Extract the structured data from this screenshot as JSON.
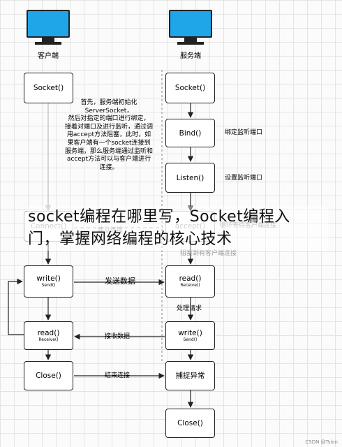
{
  "client": {
    "label": "客户端",
    "socket": "Socket()",
    "connect": "Connect()",
    "write": "write()",
    "write_sub": "Send()",
    "read": "read()",
    "read_sub": "Receive()",
    "close": "Close()"
  },
  "server": {
    "label": "服务端",
    "socket": "Socket()",
    "bind": "Bind()",
    "listen": "Listen()",
    "accept": "accept()",
    "read": "read()",
    "read_sub": "Receive()",
    "write": "write()",
    "write_sub": "Send()",
    "catch": "捕捉异常",
    "close": "Close()"
  },
  "labels": {
    "bind_desc": "绑定监听端口",
    "listen_desc": "设置监听端口",
    "accept_desc": "循环等待客户端连接",
    "block_desc": "阻塞到有客户端连接",
    "establish": "建立连接",
    "send_data": "发送数据",
    "process": "处理请求",
    "receive_data": "接收数据",
    "end_conn": "结束连接"
  },
  "note": [
    "首先，服务端初始化",
    "ServerSocket，",
    "然后对指定的端口进行绑定，",
    "接着对端口及进行监听，通过调",
    "用accept方法阻塞，此时，如",
    "果客户端有一个socket连接到",
    "服务端，那么服务端通过监听和",
    "accept方法可以与客户端进行",
    "连接。"
  ],
  "overlay": {
    "line1": "socket编程在哪里写，Socket编程入",
    "line2": "门，掌握网络编程的核心技术"
  },
  "watermark": "CSDN @Tsion"
}
